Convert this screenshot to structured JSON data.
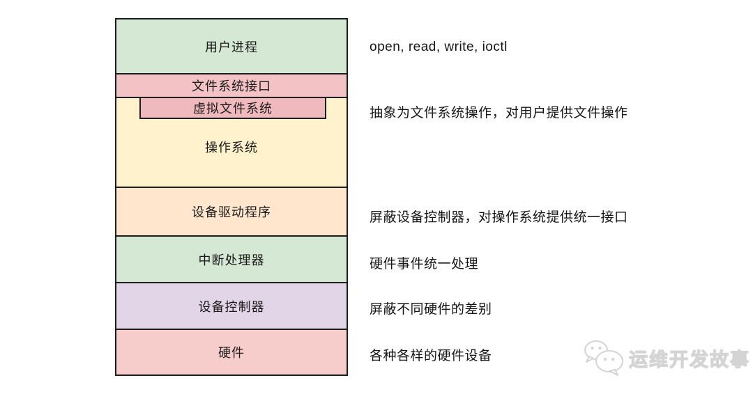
{
  "diagram": {
    "title_implied": "OS device I/O layer stack",
    "boxes": {
      "user_process": "用户进程",
      "fs_interface": "文件系统接口",
      "vfs": "虚拟文件系统",
      "os": "操作系统",
      "device_driver": "设备驱动程序",
      "interrupt_handler": "中断处理器",
      "device_controller": "设备控制器",
      "hardware": "硬件"
    },
    "annotations": {
      "user_process": "open, read, write, ioctl",
      "vfs": "抽象为文件系统操作，对用户提供文件操作",
      "device_driver": "屏蔽设备控制器，对操作系统提供统一接口",
      "interrupt_handler": "硬件事件统一处理",
      "device_controller": "屏蔽不同硬件的差别",
      "hardware": "各种各样的硬件设备"
    },
    "colors": {
      "user_process": "#d5e8d4",
      "fs_interface": "#f2c2c4",
      "vfs": "#f0b9bd",
      "os": "#fff2cc",
      "device_driver": "#ffe6cc",
      "interrupt_handler": "#d5e8d4",
      "device_controller": "#e1d5e7",
      "hardware": "#f7cdcb",
      "border": "#1c1c1c",
      "background": "#ffffff"
    }
  },
  "watermark": {
    "icon": "wechat-icon",
    "text": "运维开发故事"
  }
}
